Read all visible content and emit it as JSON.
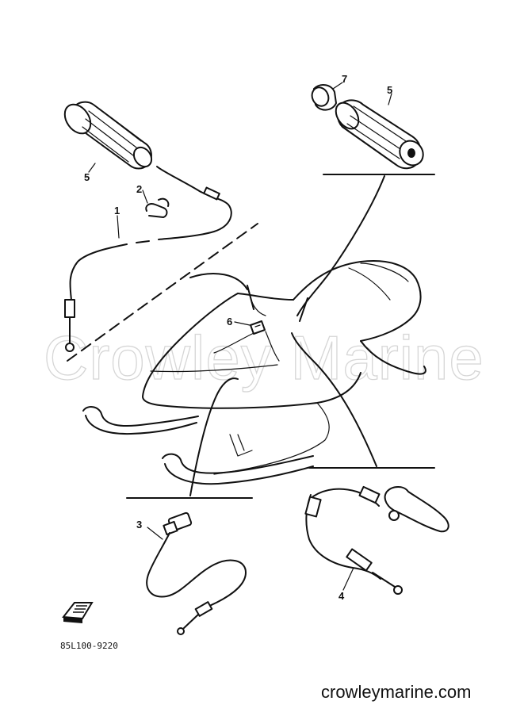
{
  "callouts": {
    "c1": "1",
    "c2": "2",
    "c3": "3",
    "c4": "4",
    "c5_left": "5",
    "c5_right": "5",
    "c6": "6",
    "c7": "7"
  },
  "diagram_code": "85L100-9220",
  "watermark": "Crowley Marine",
  "site": "crowleymarine.com"
}
